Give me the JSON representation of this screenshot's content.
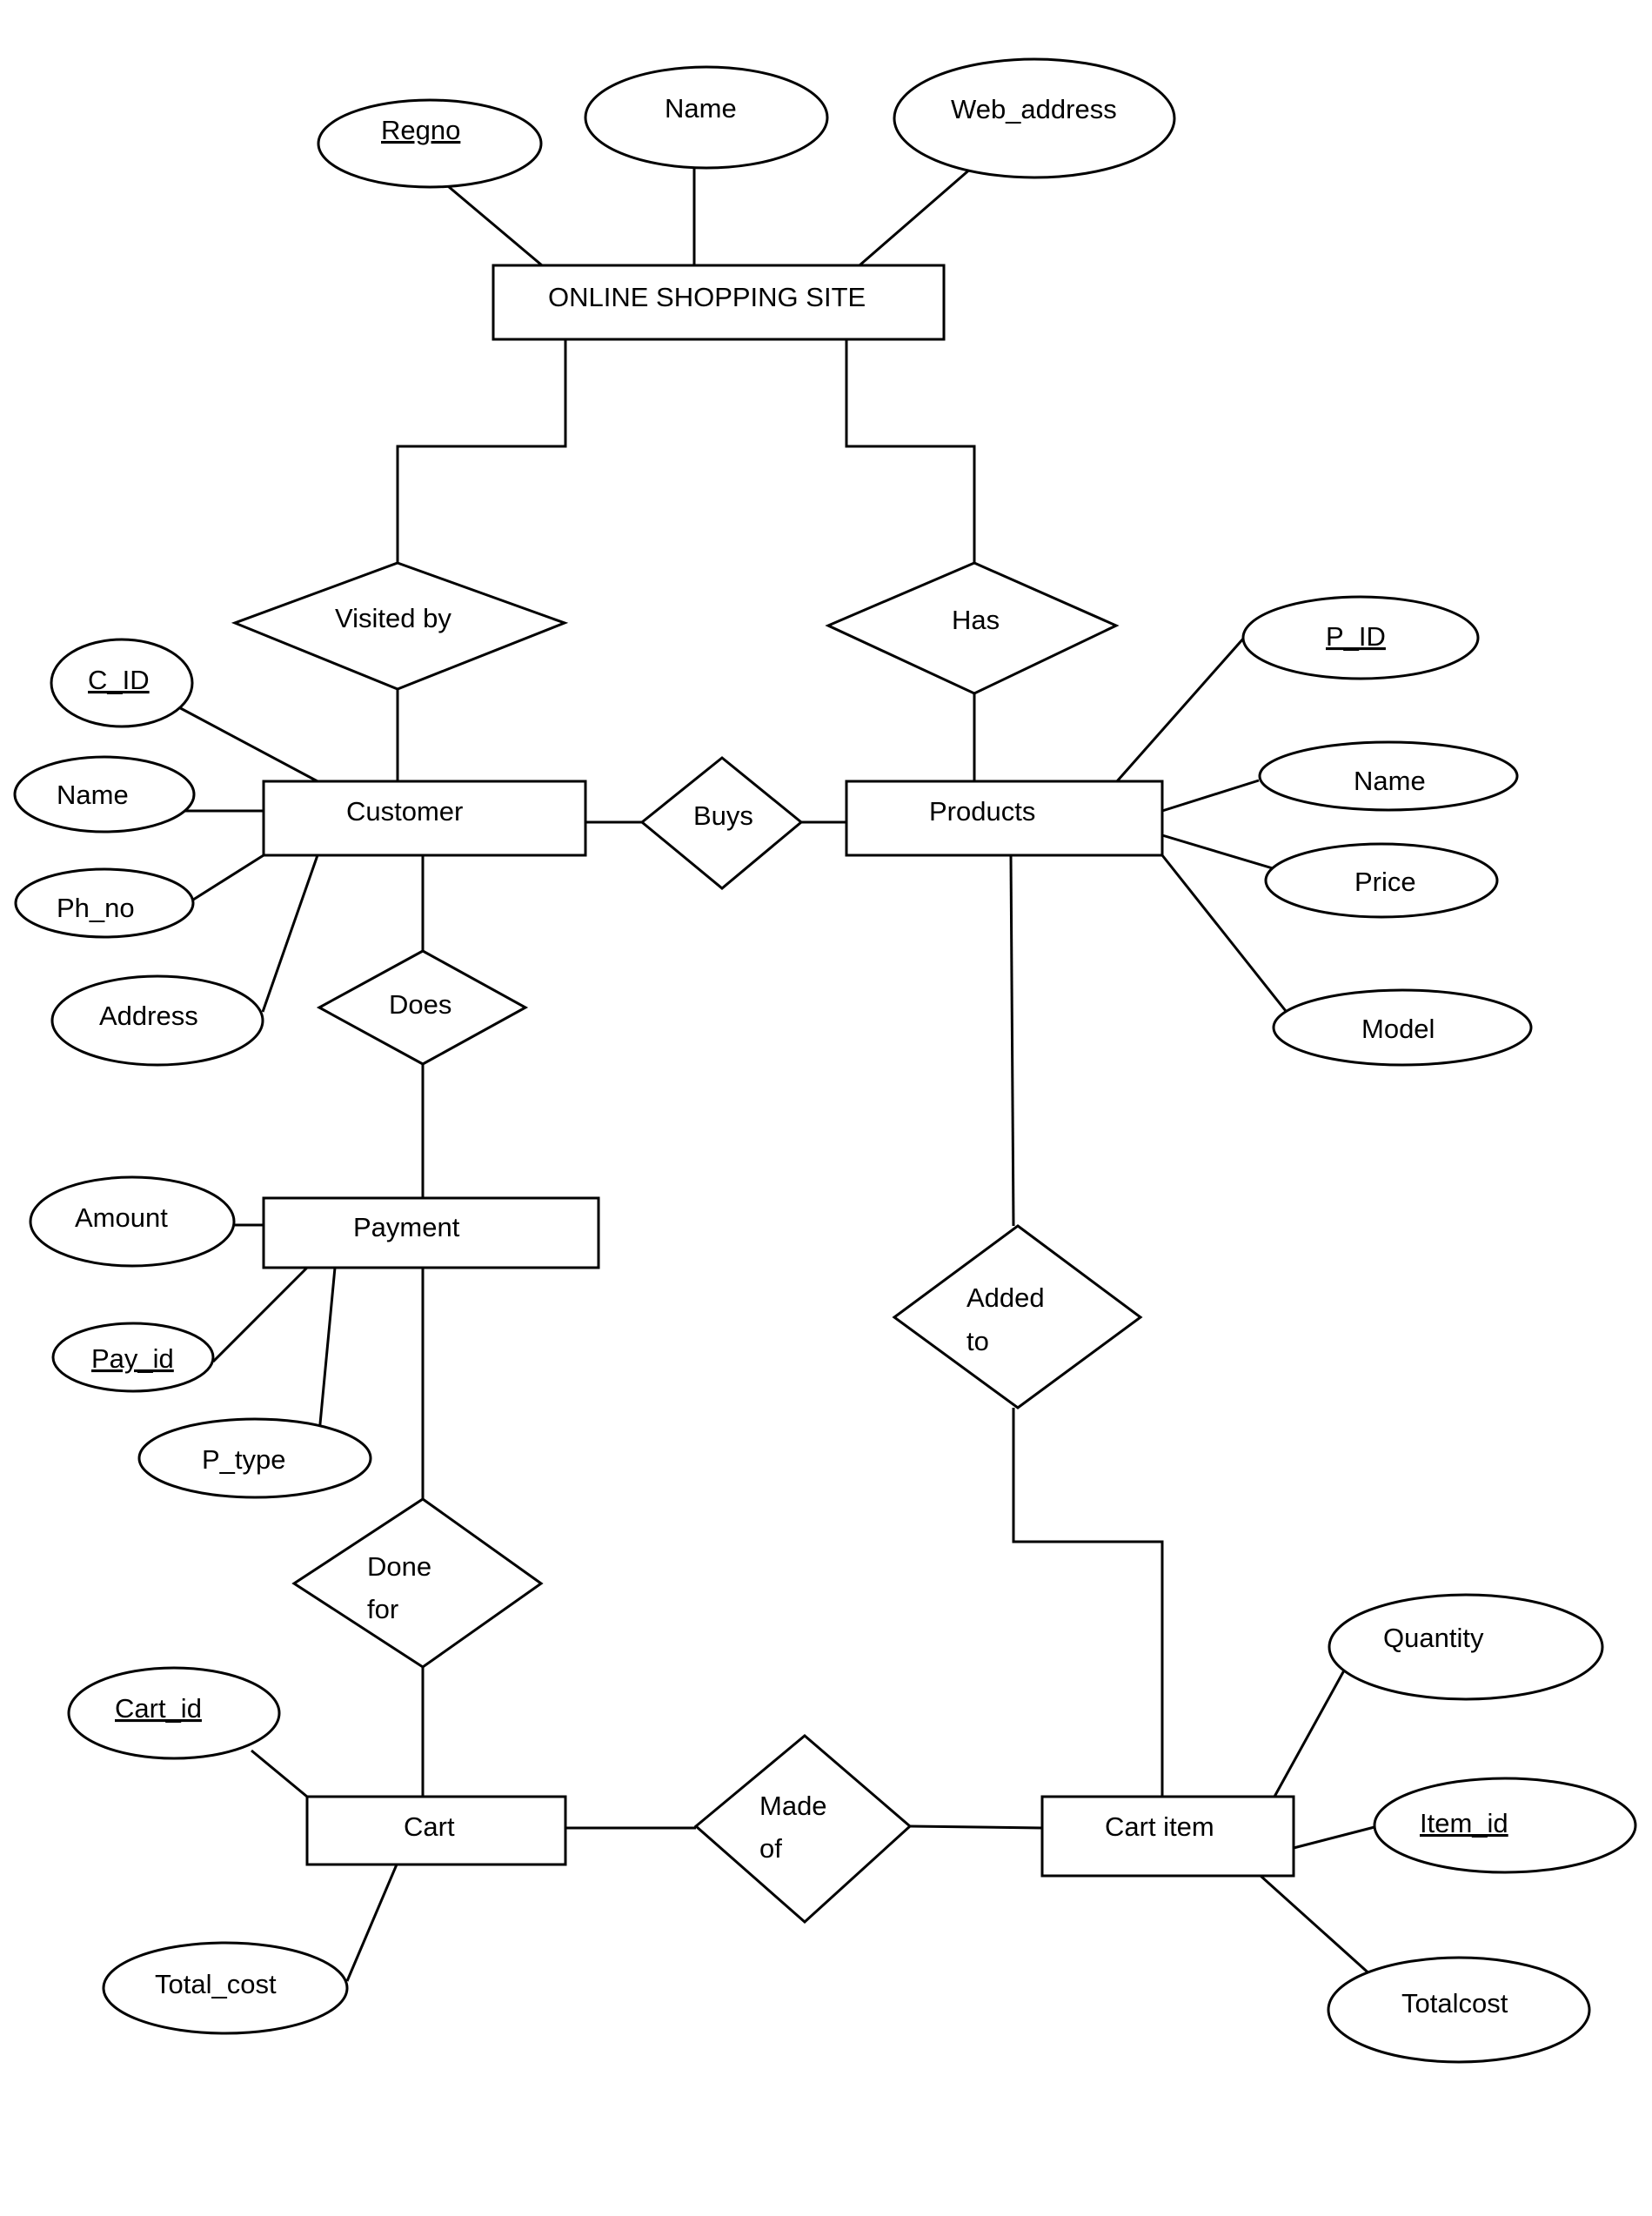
{
  "entities": {
    "site": "ONLINE SHOPPING SITE",
    "customer": "Customer",
    "products": "Products",
    "payment": "Payment",
    "cart": "Cart",
    "cart_item": "Cart item"
  },
  "relationships": {
    "visited_by": "Visited by",
    "has": "Has",
    "buys": "Buys",
    "does": "Does",
    "added_to_1": "Added",
    "added_to_2": "to",
    "done_for_1": "Done",
    "done_for_2": "for",
    "made_of_1": "Made",
    "made_of_2": "of"
  },
  "attributes": {
    "site_regno": "Regno",
    "site_name": "Name",
    "site_web_address": "Web_address",
    "customer_c_id": "C_ID",
    "customer_name": "Name",
    "customer_ph_no": "Ph_no",
    "customer_address": "Address",
    "product_p_id": "P_ID",
    "product_name": "Name",
    "product_price": "Price",
    "product_model": "Model",
    "payment_amount": "Amount",
    "payment_pay_id": "Pay_id",
    "payment_p_type": "P_type",
    "cart_cart_id": "Cart_id",
    "cart_total_cost": "Total_cost",
    "cart_item_quantity": "Quantity",
    "cart_item_item_id": "Item_id",
    "cart_item_totalcost": "Totalcost"
  }
}
